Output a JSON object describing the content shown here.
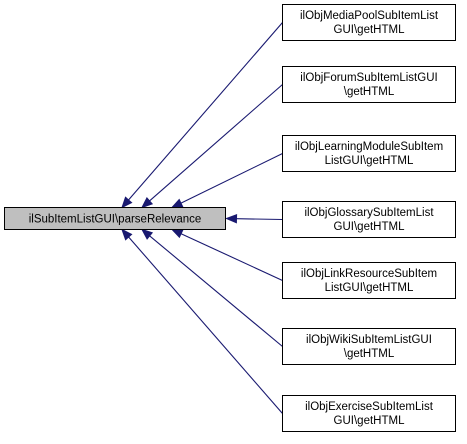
{
  "diagram": {
    "root": {
      "label": "ilSubItemListGUI\\parseRelevance"
    },
    "callers": [
      {
        "lines": [
          "ilObjMediaPoolSubItemList",
          "GUI\\getHTML"
        ]
      },
      {
        "lines": [
          "ilObjForumSubItemListGUI",
          "\\getHTML"
        ]
      },
      {
        "lines": [
          "ilObjLearningModuleSubItem",
          "ListGUI\\getHTML"
        ]
      },
      {
        "lines": [
          "ilObjGlossarySubItemList",
          "GUI\\getHTML"
        ]
      },
      {
        "lines": [
          "ilObjLinkResourceSubItem",
          "ListGUI\\getHTML"
        ]
      },
      {
        "lines": [
          "ilObjWikiSubItemListGUI",
          "\\getHTML"
        ]
      },
      {
        "lines": [
          "ilObjExerciseSubItemList",
          "GUI\\getHTML"
        ]
      }
    ],
    "colors": {
      "edge": "#191970",
      "root_fill": "#bfbfbf",
      "node_fill": "#ffffff",
      "border": "#000000"
    }
  }
}
